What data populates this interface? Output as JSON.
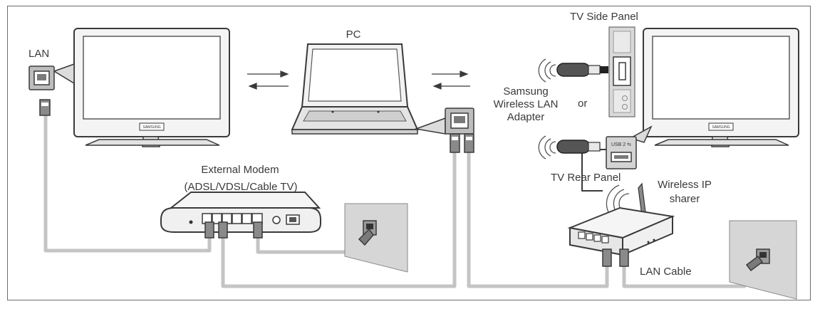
{
  "labels": {
    "lan": "LAN",
    "pc": "PC",
    "tv_side_panel": "TV Side Panel",
    "tv_rear_panel": "TV Rear Panel",
    "adapter_line1": "Samsung",
    "adapter_line2": "Wireless LAN",
    "adapter_line3": "Adapter",
    "or": "or",
    "modem_line1": "External Modem",
    "modem_line2": "(ADSL/VDSL/Cable TV)",
    "sharer_line1": "Wireless IP",
    "sharer_line2": "sharer",
    "lan_cable": "LAN Cable",
    "tv_brand": "SAMSUNG",
    "usb_port": "USB 2 ⇆"
  },
  "colors": {
    "cable": "#c4c4c4",
    "outline": "#3a3a3a",
    "tv_fill": "#f2f2f2",
    "wall": "#d8d8d8"
  }
}
